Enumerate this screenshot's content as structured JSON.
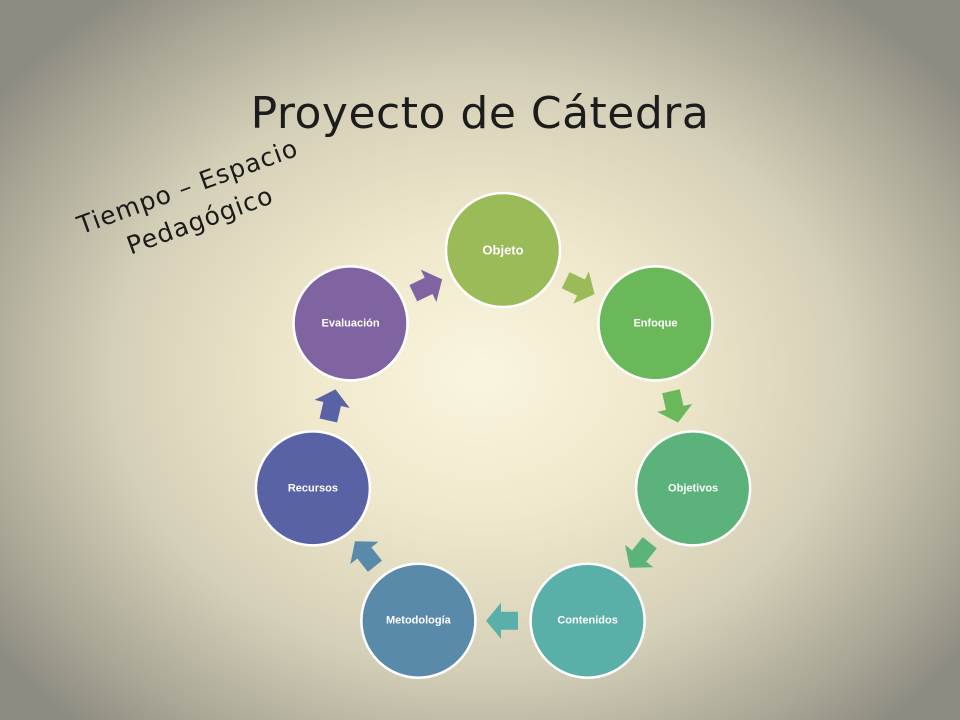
{
  "title": "Proyecto de Cátedra",
  "tagline": {
    "line1": "Tiempo – Espacio",
    "line2": "Pedagógico"
  },
  "cycle": [
    {
      "label": "Objeto",
      "color": "#9bbb59"
    },
    {
      "label": "Enfoque",
      "color": "#6ab85a"
    },
    {
      "label": "Objetivos",
      "color": "#5bb27a"
    },
    {
      "label": "Contenidos",
      "color": "#5aafa8"
    },
    {
      "label": "Metodología",
      "color": "#5a8aaa"
    },
    {
      "label": "Recursos",
      "color": "#5a62a6"
    },
    {
      "label": "Evaluación",
      "color": "#8064a2"
    }
  ],
  "arrow_colors": [
    "#9bbb59",
    "#6ab85a",
    "#5bb27a",
    "#5aafa8",
    "#5a8aaa",
    "#5a62a6",
    "#8064a2"
  ]
}
